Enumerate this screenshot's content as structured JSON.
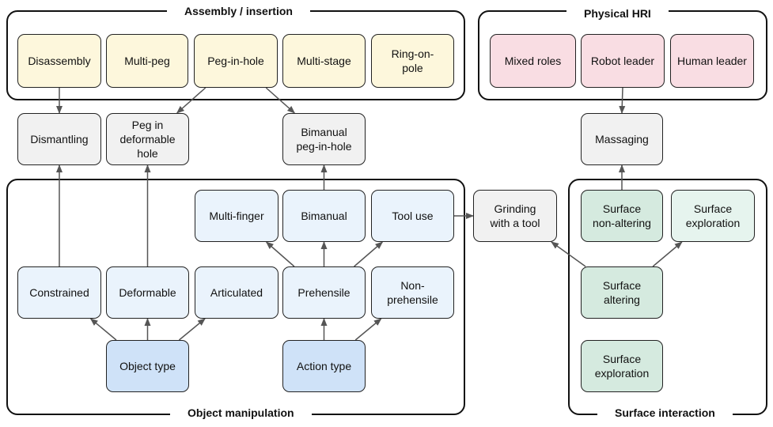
{
  "groups": {
    "assembly": "Assembly / insertion",
    "hri": "Physical HRI",
    "manipulation": "Object manipulation",
    "surface": "Surface interaction"
  },
  "nodes": {
    "disassembly": "Disassembly",
    "multi_peg": "Multi-peg",
    "peg_in_hole": "Peg-in-hole",
    "multi_stage": "Multi-stage",
    "ring_on_pole": "Ring-on-\npole",
    "mixed_roles": "Mixed roles",
    "robot_leader": "Robot leader",
    "human_leader": "Human leader",
    "dismantling": "Dismantling",
    "peg_deformable": "Peg in\ndeformable\nhole",
    "bimanual_peg": "Bimanual\npeg-in-hole",
    "massaging": "Massaging",
    "multi_finger": "Multi-finger",
    "bimanual": "Bimanual",
    "tool_use": "Tool use",
    "grinding": "Grinding\nwith a tool",
    "surface_nonaltering": "Surface\nnon-altering",
    "surface_exploration_top": "Surface\nexploration",
    "constrained": "Constrained",
    "deformable": "Deformable",
    "articulated": "Articulated",
    "prehensile": "Prehensile",
    "non_prehensile": "Non-\nprehensile",
    "surface_altering": "Surface\naltering",
    "object_type": "Object type",
    "action_type": "Action type",
    "surface_exploration_bottom": "Surface\nexploration"
  },
  "edges": [
    [
      "disassembly",
      "dismantling"
    ],
    [
      "peg_in_hole",
      "peg_deformable"
    ],
    [
      "peg_in_hole",
      "bimanual_peg"
    ],
    [
      "robot_leader",
      "massaging"
    ],
    [
      "constrained",
      "dismantling"
    ],
    [
      "deformable",
      "peg_deformable"
    ],
    [
      "bimanual",
      "bimanual_peg"
    ],
    [
      "tool_use",
      "grinding"
    ],
    [
      "surface_nonaltering",
      "massaging"
    ],
    [
      "surface_altering",
      "grinding"
    ],
    [
      "surface_altering",
      "surface_exploration_top"
    ],
    [
      "prehensile",
      "multi_finger"
    ],
    [
      "prehensile",
      "bimanual"
    ],
    [
      "prehensile",
      "tool_use"
    ],
    [
      "object_type",
      "constrained"
    ],
    [
      "object_type",
      "deformable"
    ],
    [
      "object_type",
      "articulated"
    ],
    [
      "action_type",
      "prehensile"
    ],
    [
      "action_type",
      "non_prehensile"
    ]
  ]
}
